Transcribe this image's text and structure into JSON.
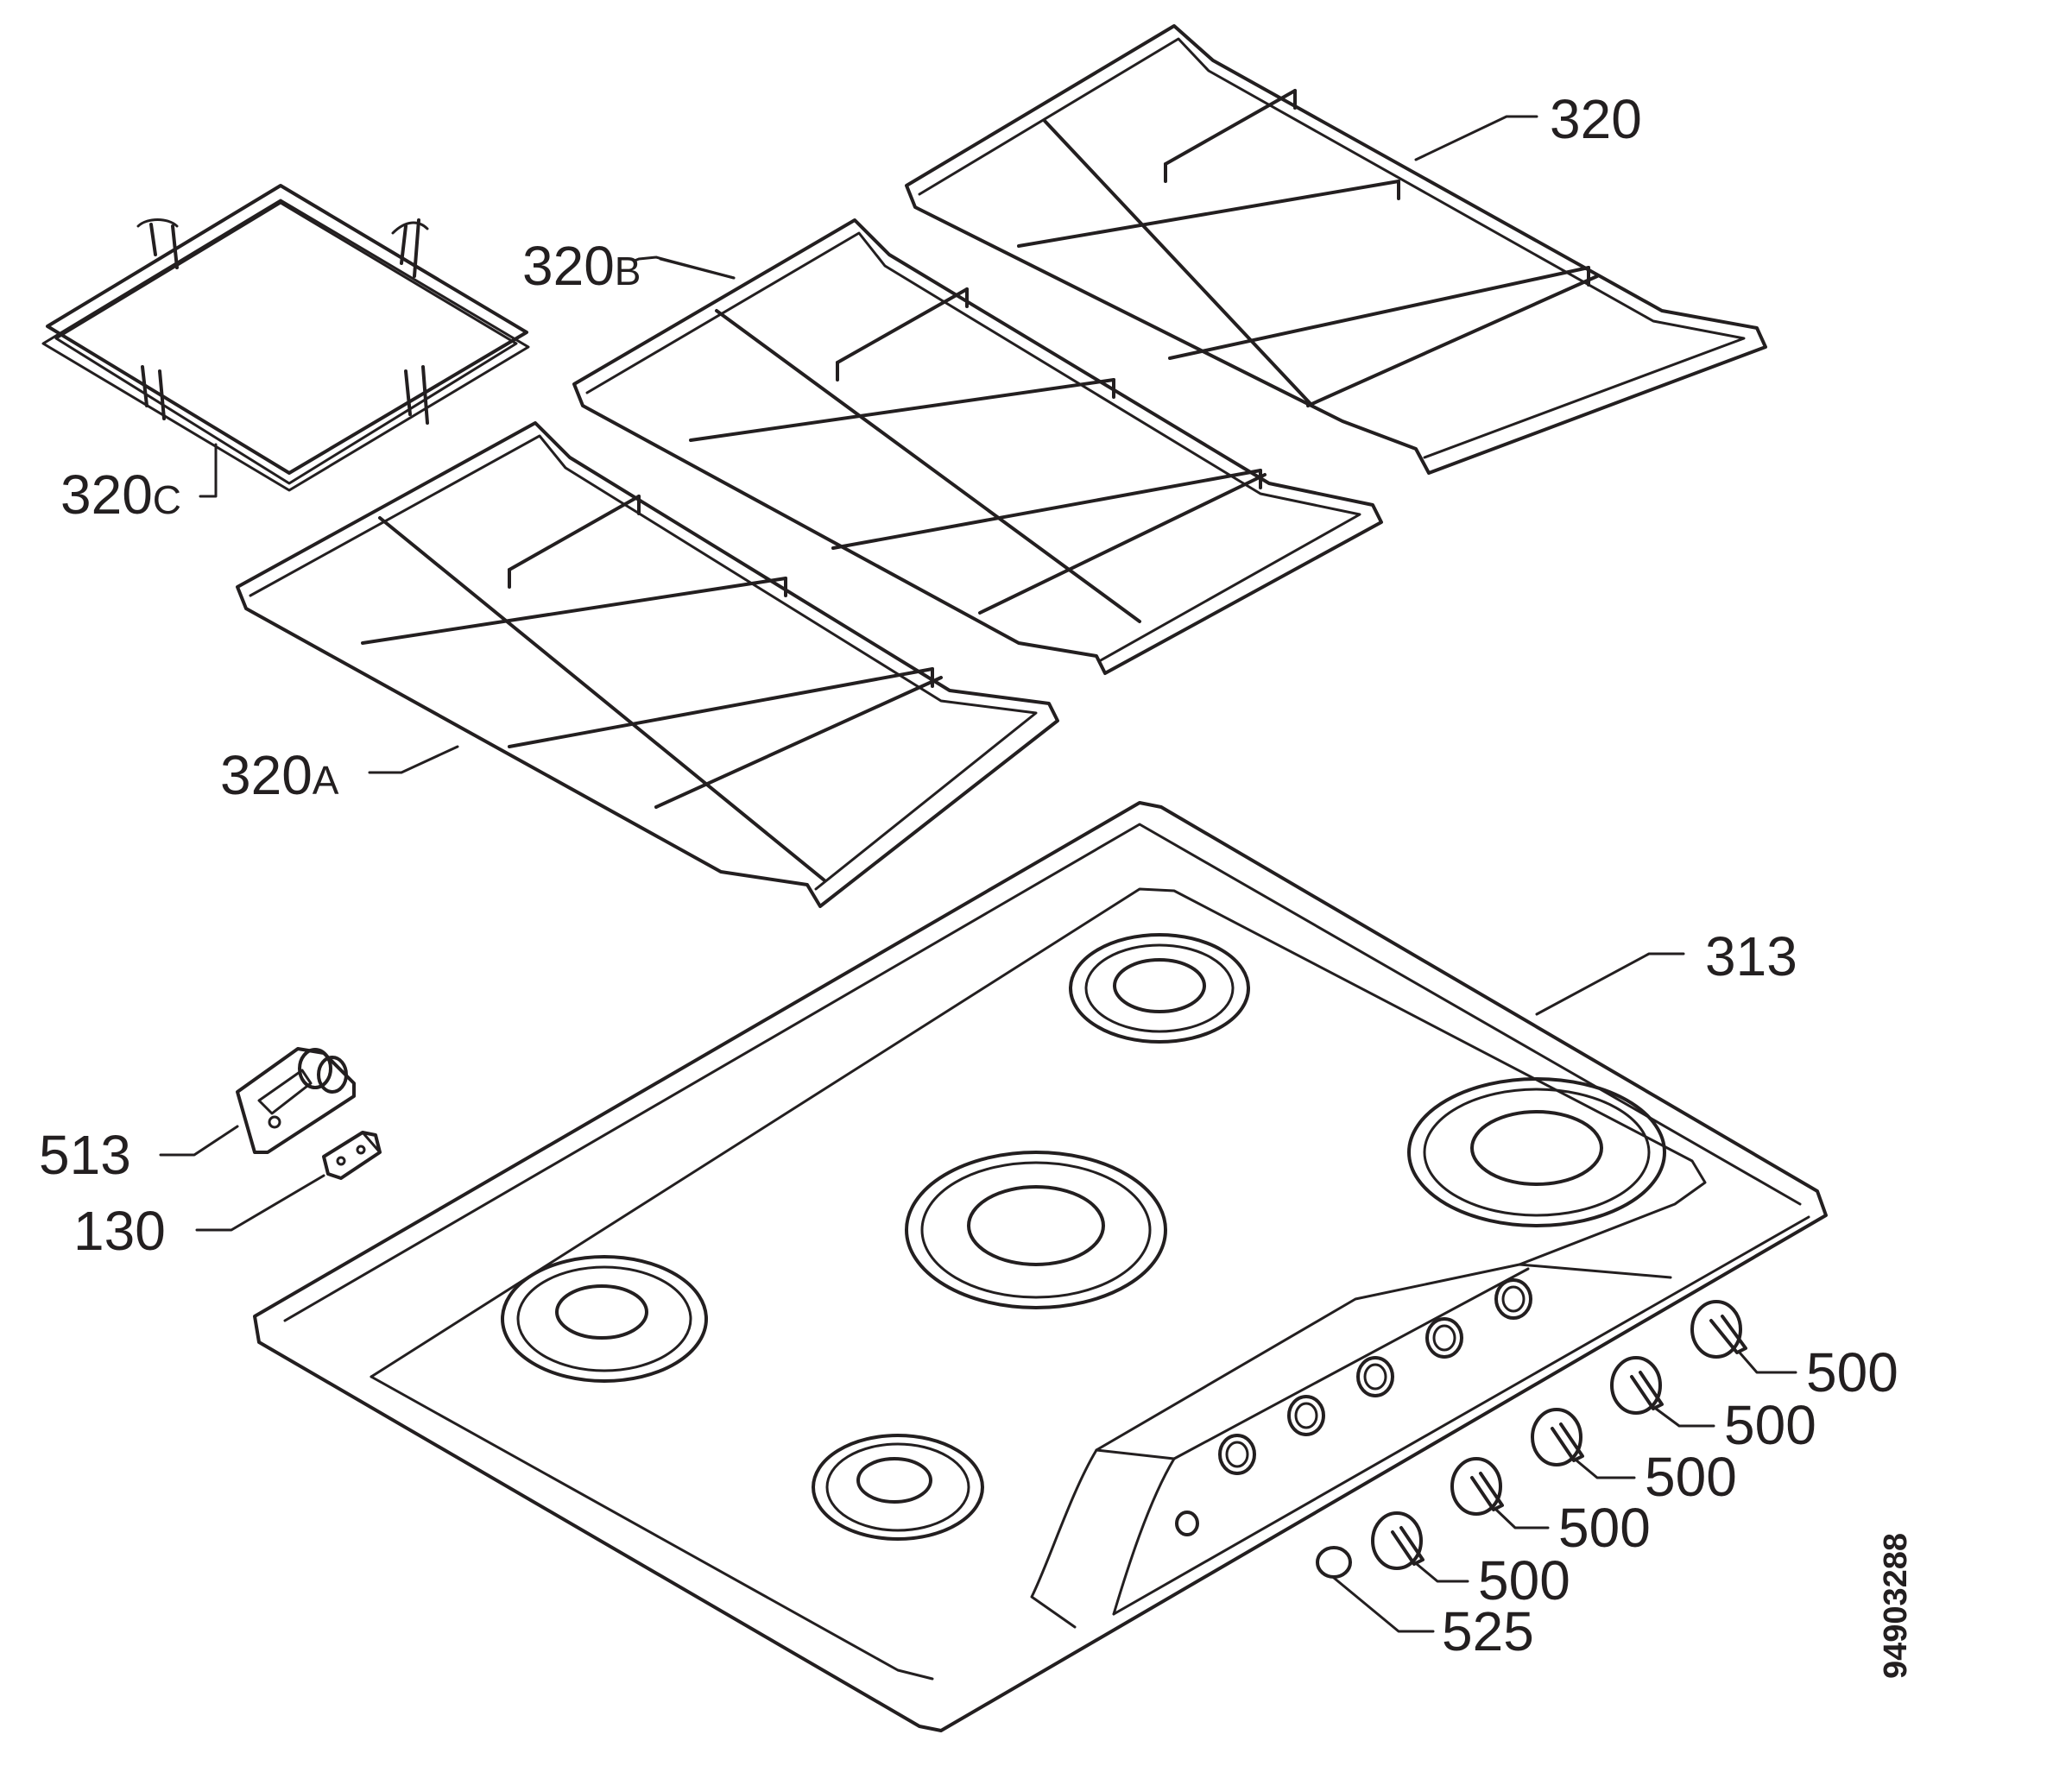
{
  "labels": {
    "grid_right": "320",
    "grid_middle_num": "320",
    "grid_middle_suffix": "B",
    "grid_wok_num": "320",
    "grid_wok_suffix": "C",
    "grid_left_num": "320",
    "grid_left_suffix": "A",
    "hob_top": "313",
    "bracket": "513",
    "clip": "130",
    "knob_1": "500",
    "knob_2": "500",
    "knob_3": "500",
    "knob_4": "500",
    "knob_5": "500",
    "button": "525"
  },
  "document_number": "94903288",
  "colors": {
    "ink": "#231f20",
    "background": "#ffffff"
  }
}
